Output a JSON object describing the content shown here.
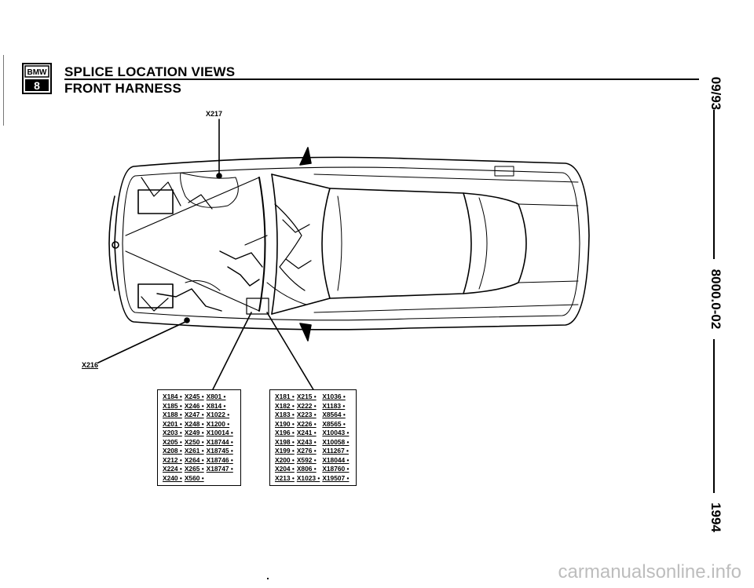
{
  "header": {
    "logo_top": "BMW",
    "logo_bottom": "8",
    "title": "SPLICE LOCATION VIEWS",
    "subtitle": "FRONT HARNESS"
  },
  "callouts": {
    "top": "X217",
    "left": "X216"
  },
  "splice_tables": {
    "left": [
      [
        "X184 •",
        "X245 •",
        "X801 •"
      ],
      [
        "X185 •",
        "X246 •",
        "X814 •"
      ],
      [
        "X188 •",
        "X247 •",
        "X1022 •"
      ],
      [
        "X201 •",
        "X248 •",
        "X1200 •"
      ],
      [
        "X203 •",
        "X249 •",
        "X10014 •"
      ],
      [
        "X205 •",
        "X250 •",
        "X18744 •"
      ],
      [
        "X208 •",
        "X261 •",
        "X18745 •"
      ],
      [
        "X212 •",
        "X264 •",
        "X18746 •"
      ],
      [
        "X224 •",
        "X265 •",
        "X18747 •"
      ],
      [
        "X240 •",
        "X560 •",
        ""
      ]
    ],
    "right": [
      [
        "X181 •",
        "X215 •",
        "X1036 •"
      ],
      [
        "X182 •",
        "X222 •",
        "X1183 •"
      ],
      [
        "X183 •",
        "X223 •",
        "X8564 •"
      ],
      [
        "X190 •",
        "X226 •",
        "X8565 •"
      ],
      [
        "X196 •",
        "X241 •",
        "X10043 •"
      ],
      [
        "X198 •",
        "X243 •",
        "X10058 •"
      ],
      [
        "X199 •",
        "X276 •",
        "X11267 •"
      ],
      [
        "X200 •",
        "X592 •",
        "X18044 •"
      ],
      [
        "X204 •",
        "X806 •",
        "X18760 •"
      ],
      [
        "X213 •",
        "X1023 •",
        "X19507 •"
      ]
    ]
  },
  "sidebar": {
    "date": "09/93",
    "doc_number": "8000.0-02",
    "year": "1994"
  },
  "footer": {
    "watermark": "carmanualsonline.info"
  }
}
